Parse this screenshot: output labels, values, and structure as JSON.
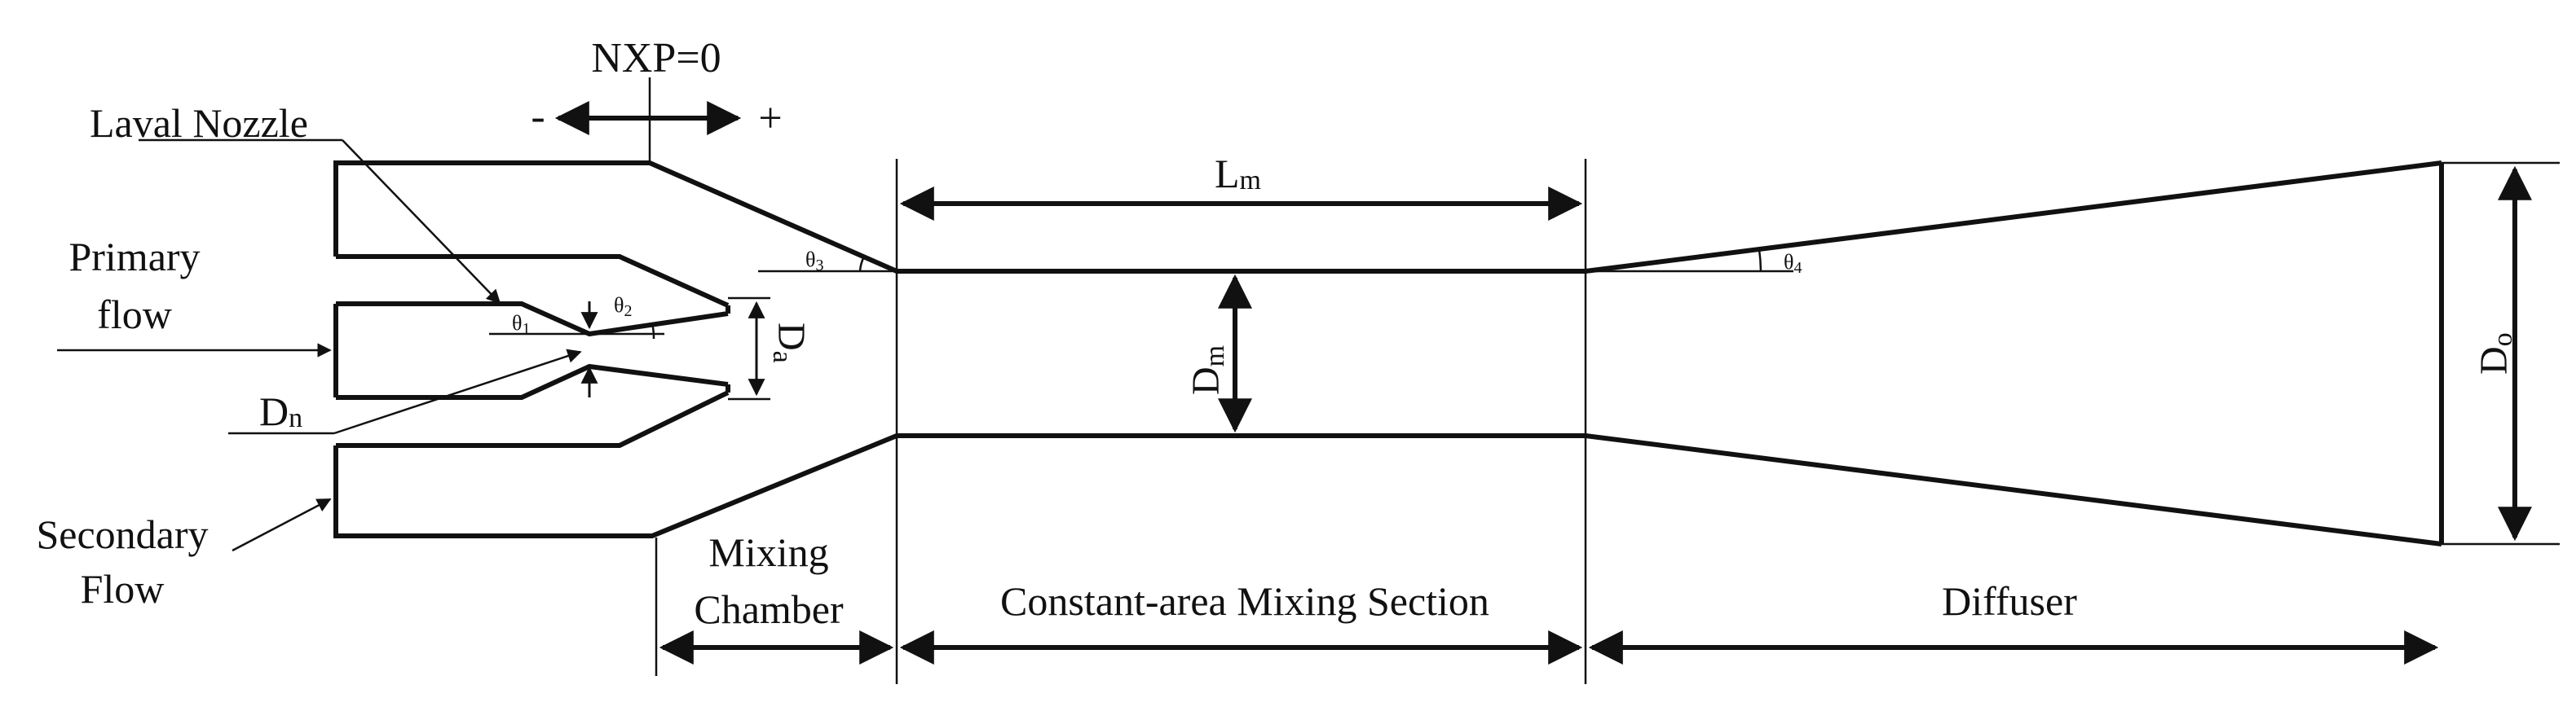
{
  "labels": {
    "nxp": "NXP=0",
    "minus": "-",
    "plus": "+",
    "laval_nozzle": "Laval Nozzle",
    "primary_flow_1": "Primary",
    "primary_flow_2": "flow",
    "secondary_flow_1": "Secondary",
    "secondary_flow_2": "Flow",
    "dn_main": "D",
    "dn_sub": "n",
    "da_main": "D",
    "da_sub": "a",
    "dm_main": "D",
    "dm_sub": "m",
    "do_main": "D",
    "do_sub": "o",
    "lm_main": "L",
    "lm_sub": "m",
    "theta1_main": "θ",
    "theta1_sub": "1",
    "theta2_main": "θ",
    "theta2_sub": "2",
    "theta3_main": "θ",
    "theta3_sub": "3",
    "theta4_main": "θ",
    "theta4_sub": "4",
    "mixing_chamber_1": "Mixing",
    "mixing_chamber_2": "Chamber",
    "constant_area": "Constant-area Mixing Section",
    "diffuser": "Diffuser"
  },
  "colors": {
    "stroke": "#111111",
    "background": "#ffffff"
  }
}
